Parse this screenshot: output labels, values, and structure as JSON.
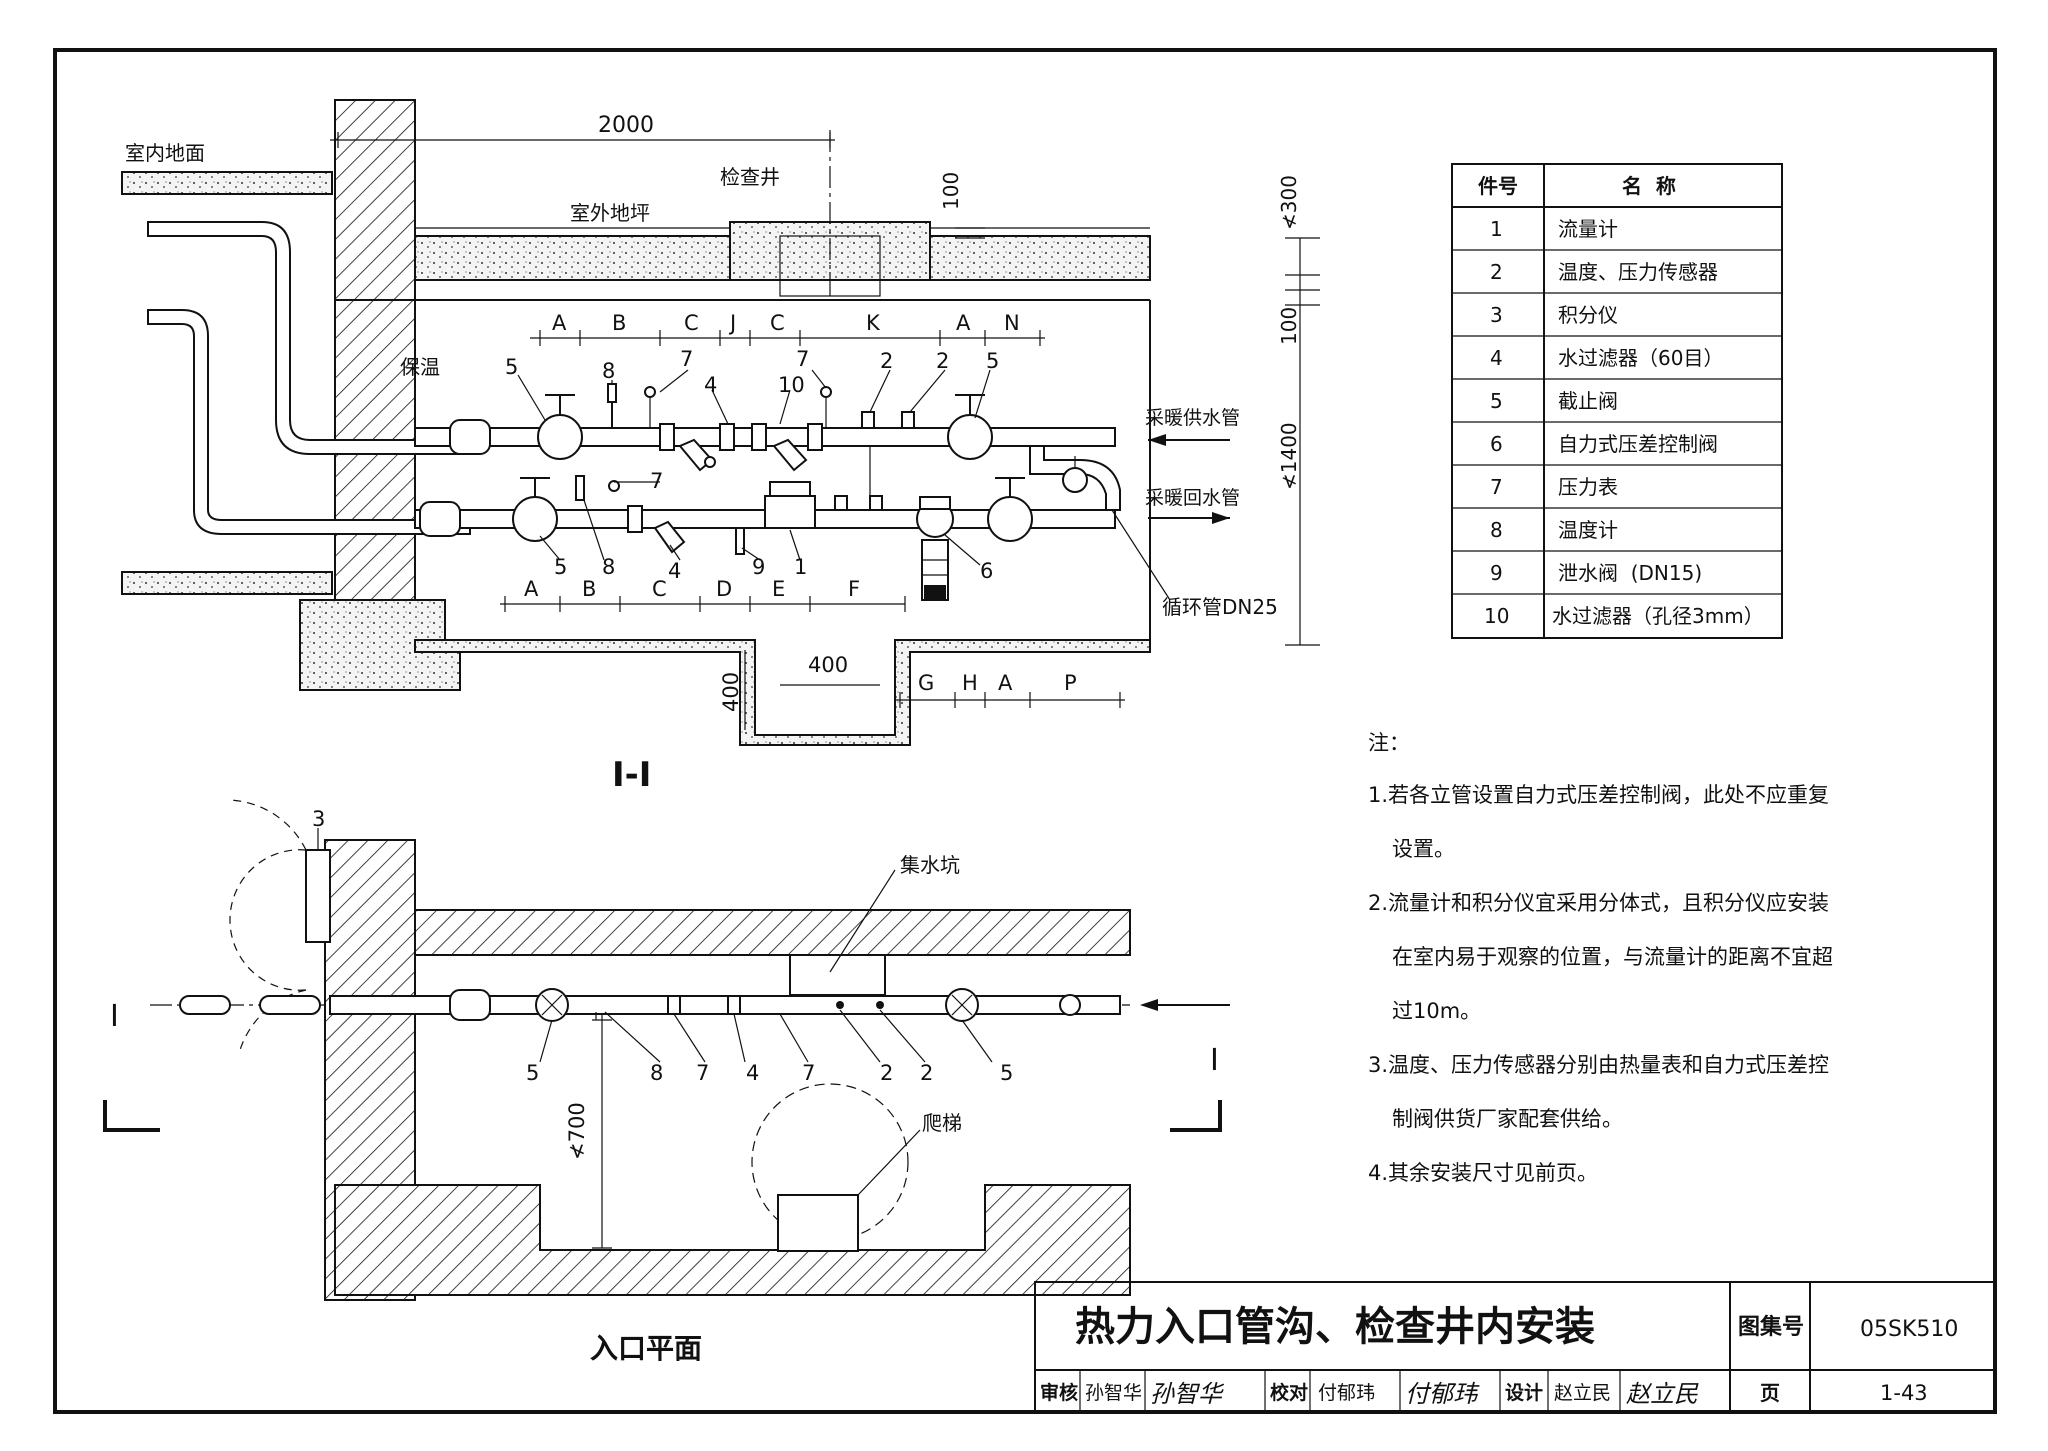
{
  "section_view": {
    "title": "I-I",
    "labels": {
      "indoor_floor": "室内地面",
      "outdoor_floor": "室外地坪",
      "inspection_well": "检查井",
      "insulation": "保温",
      "supply_pipe": "采暖供水管",
      "return_pipe": "采暖回水管",
      "circulation_pipe": "循环管DN25"
    },
    "dims": {
      "d2000": "2000",
      "d100_top": "100",
      "d300": "≮300",
      "d100_side": "100",
      "d1400": "≮1400",
      "d400_w": "400",
      "d400_h": "400"
    },
    "upper_letters": [
      "A",
      "B",
      "C",
      "J",
      "C",
      "K",
      "A",
      "N"
    ],
    "lower_letters": [
      "A",
      "B",
      "C",
      "D",
      "E",
      "F"
    ],
    "pit_letters": [
      "G",
      "H",
      "A",
      "P"
    ],
    "supply_callouts": [
      "5",
      "8",
      "7",
      "4",
      "10",
      "7",
      "2",
      "2",
      "5"
    ],
    "return_callouts": [
      "7",
      "5",
      "8",
      "4",
      "9",
      "1",
      "6"
    ]
  },
  "plan_view": {
    "title": "入口平面",
    "section_mark": "I",
    "labels": {
      "sump": "集水坑",
      "ladder": "爬梯"
    },
    "dim_700": "≮700",
    "callouts": [
      "3",
      "5",
      "8",
      "7",
      "4",
      "7",
      "2",
      "2",
      "5"
    ]
  },
  "parts_table": {
    "headers": [
      "件号",
      "名  称"
    ],
    "rows": [
      {
        "no": "1",
        "name": "流量计"
      },
      {
        "no": "2",
        "name": "温度、压力传感器"
      },
      {
        "no": "3",
        "name": "积分仪"
      },
      {
        "no": "4",
        "name": "水过滤器（60目）"
      },
      {
        "no": "5",
        "name": "截止阀"
      },
      {
        "no": "6",
        "name": "自力式压差控制阀"
      },
      {
        "no": "7",
        "name": "压力表"
      },
      {
        "no": "8",
        "name": "温度计"
      },
      {
        "no": "9",
        "name": "泄水阀  (DN15)"
      },
      {
        "no": "10",
        "name": "水过滤器（孔径3mm）"
      }
    ]
  },
  "notes": {
    "heading": "注：",
    "lines": [
      "1.若各立管设置自力式压差控制阀，此处不应重复",
      "设置。",
      "2.流量计和积分仪宜采用分体式，且积分仪应安装",
      "在室内易于观察的位置，与流量计的距离不宜超",
      "过10m。",
      "3.温度、压力传感器分别由热量表和自力式压差控",
      "制阀供货厂家配套供给。",
      "4.其余安装尺寸见前页。"
    ]
  },
  "title_block": {
    "title": "热力入口管沟、检查井内安装",
    "atlas_label": "图集号",
    "atlas_no": "05SK510",
    "review_label": "审核",
    "reviewer": "孙智华",
    "reviewer_sign": "孙智华",
    "check_label": "校对",
    "checker": "付郁玮",
    "checker_sign": "付郁玮",
    "design_label": "设计",
    "designer": "赵立民",
    "designer_sign": "赵立民",
    "page_label": "页",
    "page_no": "1-43"
  }
}
